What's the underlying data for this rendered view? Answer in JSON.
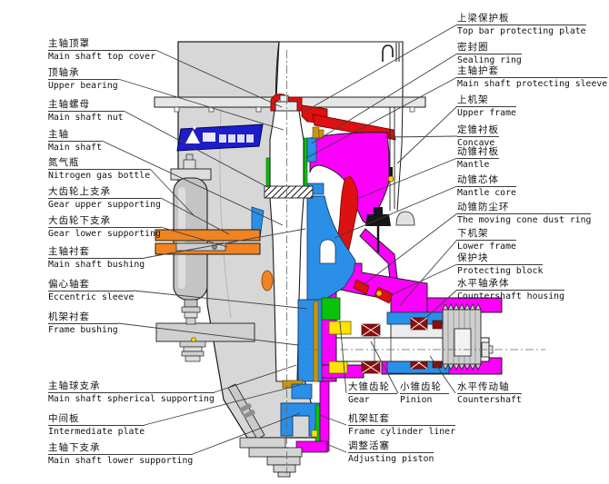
{
  "labels": {
    "left": [
      {
        "zh": "主轴顶罩",
        "en": "Main shaft top cover"
      },
      {
        "zh": "顶轴承",
        "en": "Upper bearing"
      },
      {
        "zh": "主轴螺母",
        "en": "Main shaft nut"
      },
      {
        "zh": "主轴",
        "en": "Main shaft"
      },
      {
        "zh": "氮气瓶",
        "en": "Nitrogen gas bottle"
      },
      {
        "zh": "大齿轮上支承",
        "en": "Gear upper supporting"
      },
      {
        "zh": "大齿轮下支承",
        "en": "Gear lower supporting"
      },
      {
        "zh": "主轴衬套",
        "en": "Main shaft bushing"
      },
      {
        "zh": "偏心轴套",
        "en": "Eccentric sleeve"
      },
      {
        "zh": "机架衬套",
        "en": "Frame bushing"
      },
      {
        "zh": "主轴球支承",
        "en": "Main shaft spherical supporting"
      },
      {
        "zh": "中间板",
        "en": "Intermediate plate"
      },
      {
        "zh": "主轴下支承",
        "en": "Main shaft lower supporting"
      }
    ],
    "right": [
      {
        "zh": "上梁保护板",
        "en": "Top bar protecting plate"
      },
      {
        "zh": "密封圈",
        "en": "Sealing ring"
      },
      {
        "zh": "主轴护套",
        "en": "Main shaft protecting sleeve"
      },
      {
        "zh": "上机架",
        "en": "Upper frame"
      },
      {
        "zh": "定锥衬板",
        "en": "Concave"
      },
      {
        "zh": "动锥衬板",
        "en": "Mantle"
      },
      {
        "zh": "动锥芯体",
        "en": "Mantle core"
      },
      {
        "zh": "动锥防尘环",
        "en": "The moving cone dust ring"
      },
      {
        "zh": "下机架",
        "en": "Lower frame"
      },
      {
        "zh": "保护块",
        "en": "Protecting block"
      },
      {
        "zh": "水平轴承体",
        "en": "Countershaft housing"
      }
    ],
    "bottom": [
      {
        "zh": "大锥齿轮",
        "en": "Gear"
      },
      {
        "zh": "小锥齿轮",
        "en": "Pinion"
      },
      {
        "zh": "水平传动轴",
        "en": "Countershaft"
      },
      {
        "zh": "机架缸套",
        "en": "Frame cylinder liner"
      },
      {
        "zh": "调整活塞",
        "en": "Adjusting piston"
      }
    ]
  },
  "diagram": {
    "icons": {
      "brand_logo": "triangle-brand-mark",
      "lifting_hook": "hook-icon"
    },
    "colors": {
      "body_gray": "#d7d7d7",
      "liner_red": "#dd1111",
      "frame_magenta": "#fb00fb",
      "bushing_blue": "#2b8fe8",
      "sleeve_green": "#0ac20a",
      "gear_yellow": "#ffe400",
      "support_orange": "#ef8421",
      "bearing_maroon": "#8c0f0f",
      "logo_blue": "#1d1dc9"
    }
  }
}
